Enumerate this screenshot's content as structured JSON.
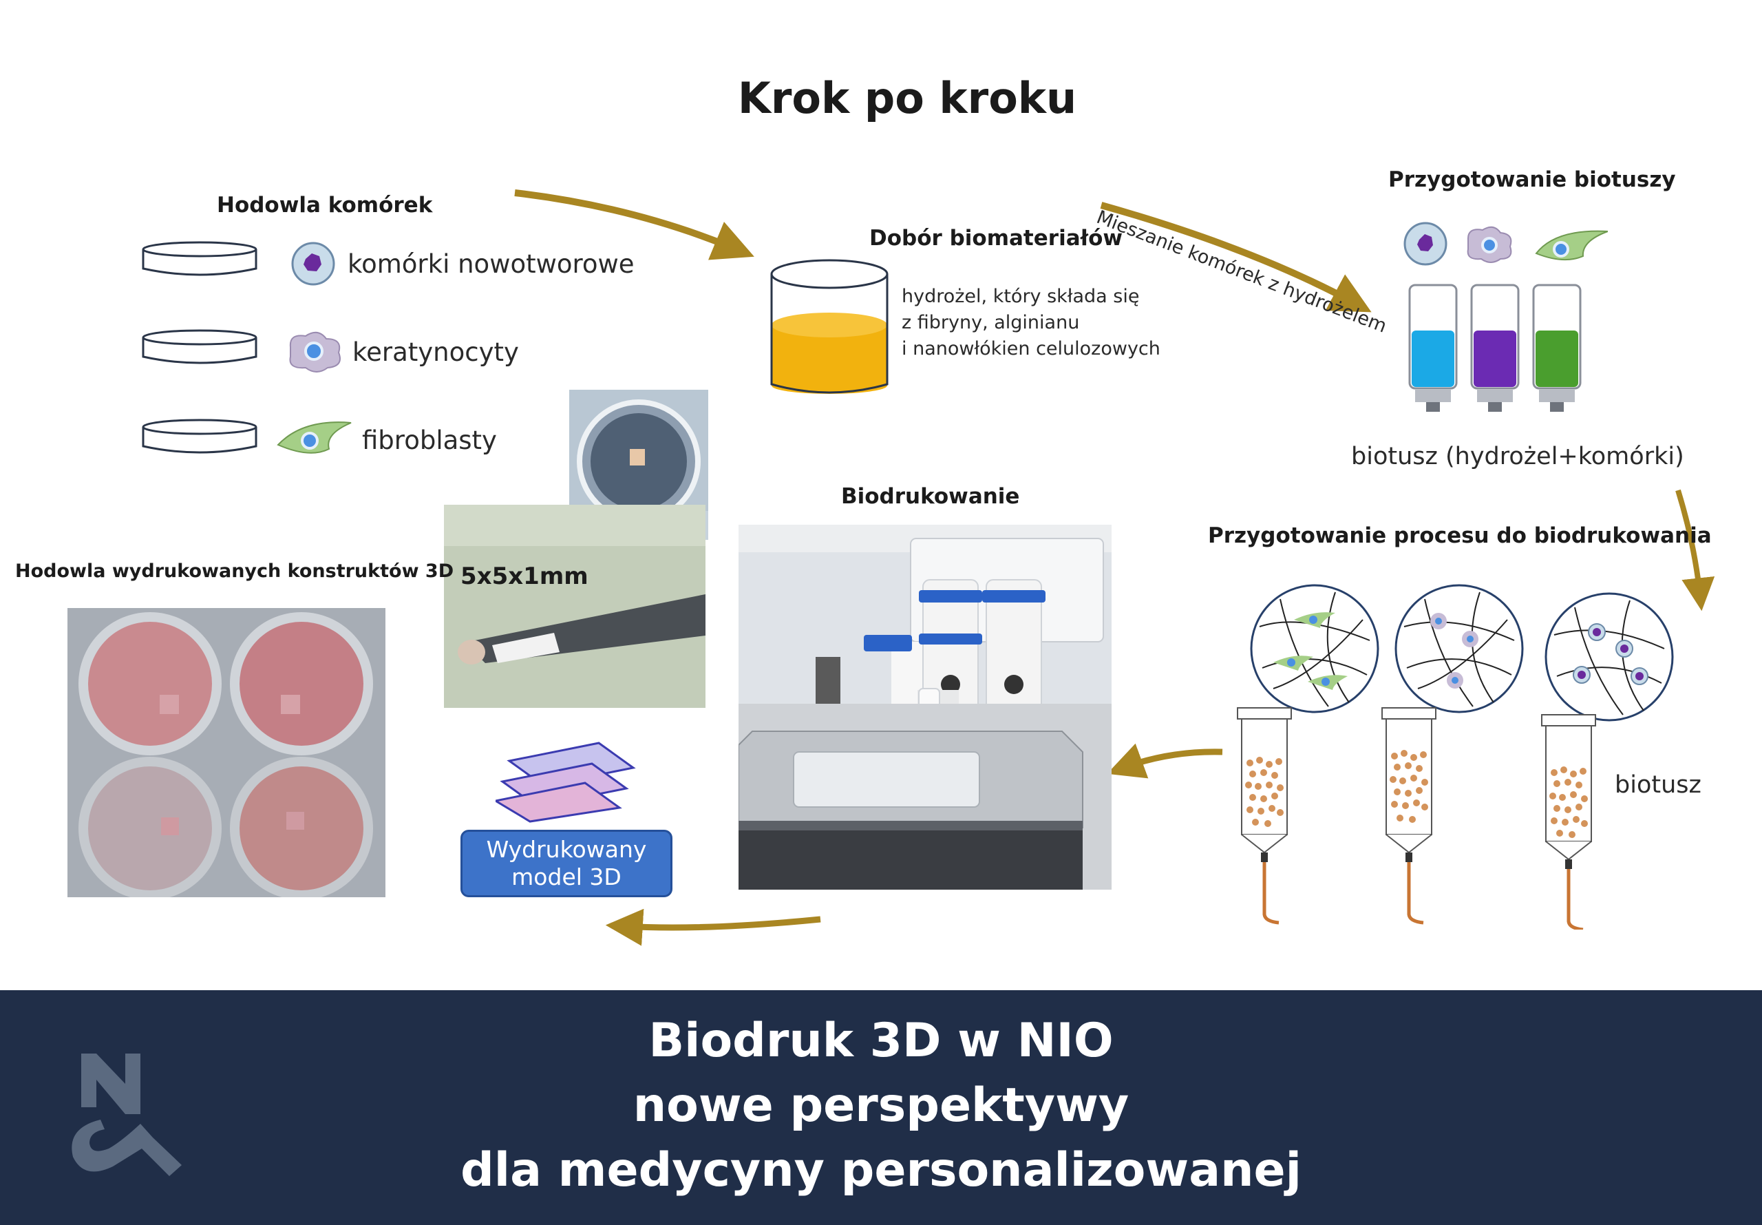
{
  "title": "Krok po kroku",
  "cell_culture": {
    "heading": "Hodowla komórek",
    "items": [
      "komórki nowotworowe",
      "keratynocyty",
      "fibroblasty"
    ]
  },
  "biomaterial": {
    "heading": "Dobór biomateriałów",
    "description": [
      "hydrożel, który składa się",
      "z fibryny, alginianu",
      "i nanowłókien celulozowych"
    ],
    "liquid_color": "#f2b20e"
  },
  "mixing_label": "Mieszanie komórek z hydrożelem",
  "bioink_prep": {
    "heading": "Przygotowanie biotuszy",
    "caption": "biotusz (hydrożel+komórki)",
    "colors": [
      "#1ba9e6",
      "#6b2bb3",
      "#4a9e2e"
    ]
  },
  "process_prep": {
    "heading": "Przygotowanie procesu do biodrukowania",
    "bioink_label": "biotusz"
  },
  "bioprinting": {
    "heading": "Biodrukowanie"
  },
  "construct": {
    "size_label": "5x5x1mm"
  },
  "culture_3d": {
    "heading": "Hodowla wydrukowanych konstruktów 3D"
  },
  "printed_model": {
    "label_line1": "Wydrukowany",
    "label_line2": "model  3D"
  },
  "arrow_color": "#a98622",
  "banner": {
    "line1": "Biodruk 3D w NIO",
    "line2": "nowe perspektywy",
    "line3": "dla medycyny personalizowanej",
    "background": "#202e48"
  }
}
